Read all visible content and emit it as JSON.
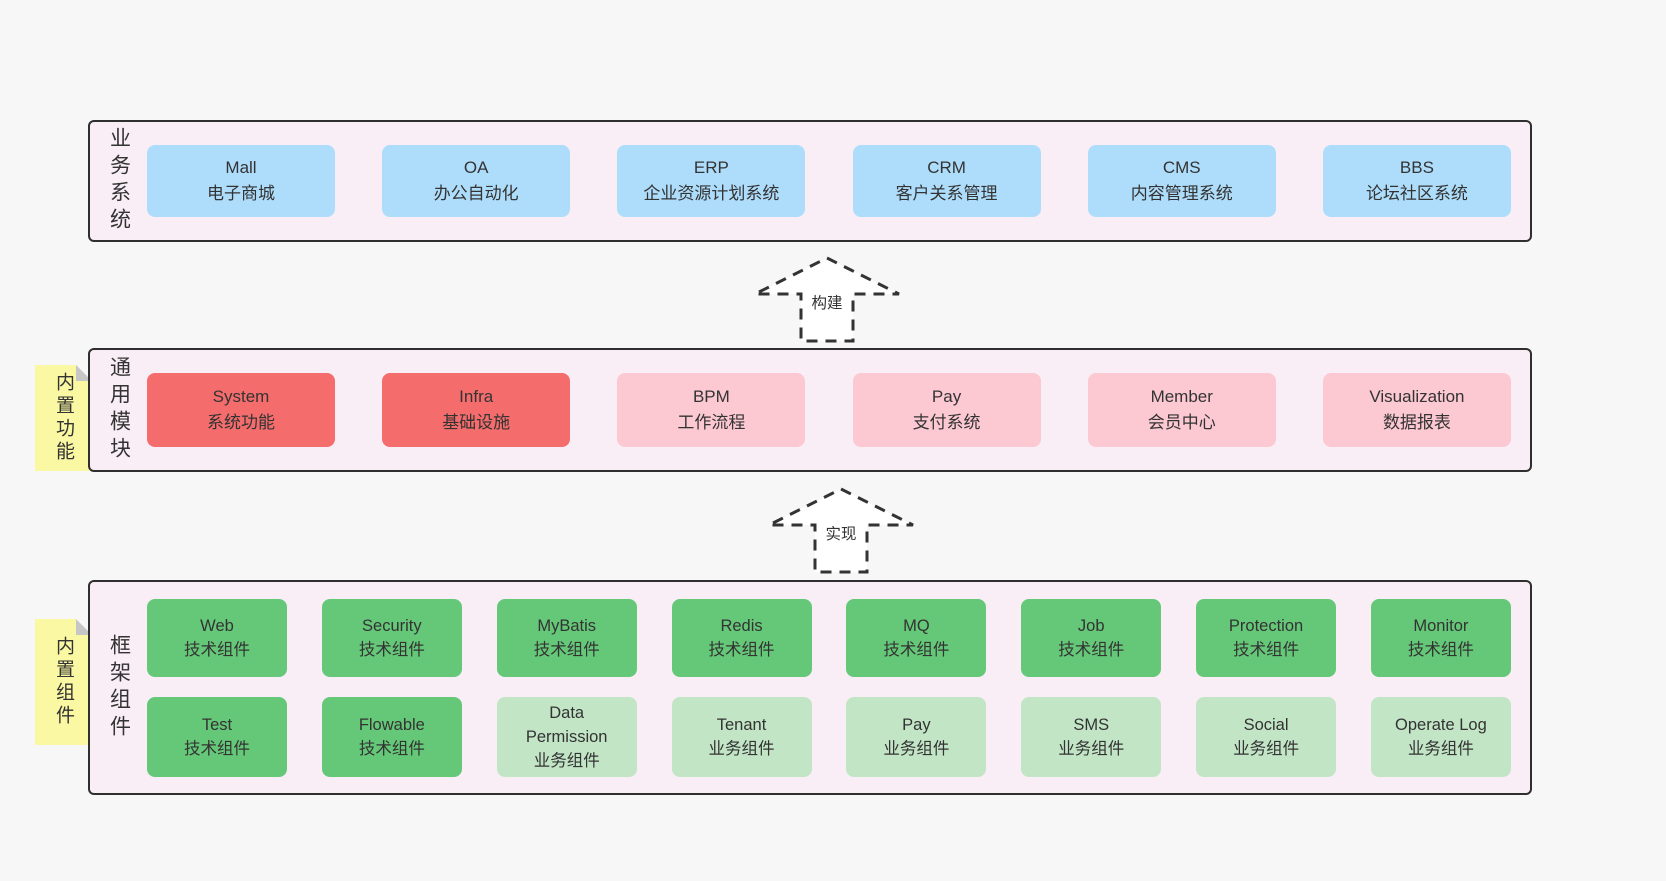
{
  "diagram": {
    "background": "#f7f7f7",
    "container_background": "#f9eef6",
    "container_border": "#2f2f2f",
    "text_color": "#333333",
    "note_background": "#fbf8a3",
    "note_fold_color": "#c6c6c6",
    "box_colors": {
      "blue": "#aeddfb",
      "red": "#f56c6c",
      "pink": "#fcc8d2",
      "green": "#65c878",
      "lightgreen": "#c2e5c6"
    },
    "arrows": [
      {
        "label": "构建"
      },
      {
        "label": "实现"
      }
    ],
    "layers": [
      {
        "label": "业务系统",
        "note": "",
        "rows": [
          [
            {
              "title": "Mall",
              "subtitle": "电子商城",
              "kind": "blue"
            },
            {
              "title": "OA",
              "subtitle": "办公自动化",
              "kind": "blue"
            },
            {
              "title": "ERP",
              "subtitle": "企业资源计划系统",
              "kind": "blue"
            },
            {
              "title": "CRM",
              "subtitle": "客户关系管理",
              "kind": "blue"
            },
            {
              "title": "CMS",
              "subtitle": "内容管理系统",
              "kind": "blue"
            },
            {
              "title": "BBS",
              "subtitle": "论坛社区系统",
              "kind": "blue"
            }
          ]
        ]
      },
      {
        "label": "通用模块",
        "note": "内置功能",
        "rows": [
          [
            {
              "title": "System",
              "subtitle": "系统功能",
              "kind": "red"
            },
            {
              "title": "Infra",
              "subtitle": "基础设施",
              "kind": "red"
            },
            {
              "title": "BPM",
              "subtitle": "工作流程",
              "kind": "pink"
            },
            {
              "title": "Pay",
              "subtitle": "支付系统",
              "kind": "pink"
            },
            {
              "title": "Member",
              "subtitle": "会员中心",
              "kind": "pink"
            },
            {
              "title": "Visualization",
              "subtitle": "数据报表",
              "kind": "pink"
            }
          ]
        ]
      },
      {
        "label": "框架组件",
        "note": "内置组件",
        "rows": [
          [
            {
              "title": "Web",
              "subtitle": "技术组件",
              "kind": "green"
            },
            {
              "title": "Security",
              "subtitle": "技术组件",
              "kind": "green"
            },
            {
              "title": "MyBatis",
              "subtitle": "技术组件",
              "kind": "green"
            },
            {
              "title": "Redis",
              "subtitle": "技术组件",
              "kind": "green"
            },
            {
              "title": "MQ",
              "subtitle": "技术组件",
              "kind": "green"
            },
            {
              "title": "Job",
              "subtitle": "技术组件",
              "kind": "green"
            },
            {
              "title": "Protection",
              "subtitle": "技术组件",
              "kind": "green"
            },
            {
              "title": "Monitor",
              "subtitle": "技术组件",
              "kind": "green"
            }
          ],
          [
            {
              "title": "Test",
              "subtitle": "技术组件",
              "kind": "green"
            },
            {
              "title": "Flowable",
              "subtitle": "技术组件",
              "kind": "green"
            },
            {
              "title": "Data Permission",
              "subtitle": "业务组件",
              "kind": "lightgreen"
            },
            {
              "title": "Tenant",
              "subtitle": "业务组件",
              "kind": "lightgreen"
            },
            {
              "title": "Pay",
              "subtitle": "业务组件",
              "kind": "lightgreen"
            },
            {
              "title": "SMS",
              "subtitle": "业务组件",
              "kind": "lightgreen"
            },
            {
              "title": "Social",
              "subtitle": "业务组件",
              "kind": "lightgreen"
            },
            {
              "title": "Operate Log",
              "subtitle": "业务组件",
              "kind": "lightgreen"
            }
          ]
        ]
      }
    ]
  }
}
